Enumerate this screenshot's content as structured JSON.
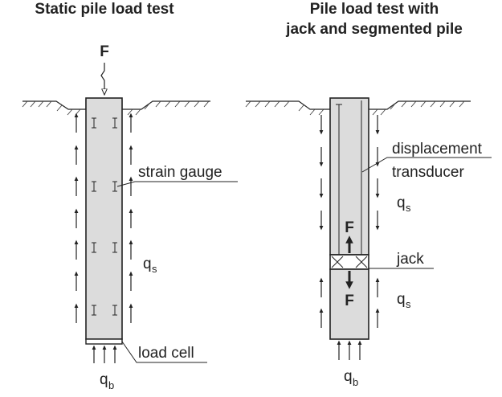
{
  "left": {
    "title": "Static pile load test",
    "force_label": "F",
    "strain_gauge_label": "strain gauge",
    "shaft_label": "q",
    "shaft_sub": "s",
    "load_cell_label": "load cell",
    "base_label": "q",
    "base_sub": "b"
  },
  "right": {
    "title_line1": "Pile load test with",
    "title_line2": "jack and segmented pile",
    "displacement_label_line1": "displacement",
    "displacement_label_line2": "transducer",
    "shaft_label_upper": "q",
    "shaft_sub_upper": "s",
    "jack_label": "jack",
    "force_up_label": "F",
    "force_down_label": "F",
    "shaft_label_lower": "q",
    "shaft_sub_lower": "s",
    "base_label": "q",
    "base_sub": "b"
  },
  "colors": {
    "pile_fill": "#dcdcdc",
    "line": "#222222"
  }
}
